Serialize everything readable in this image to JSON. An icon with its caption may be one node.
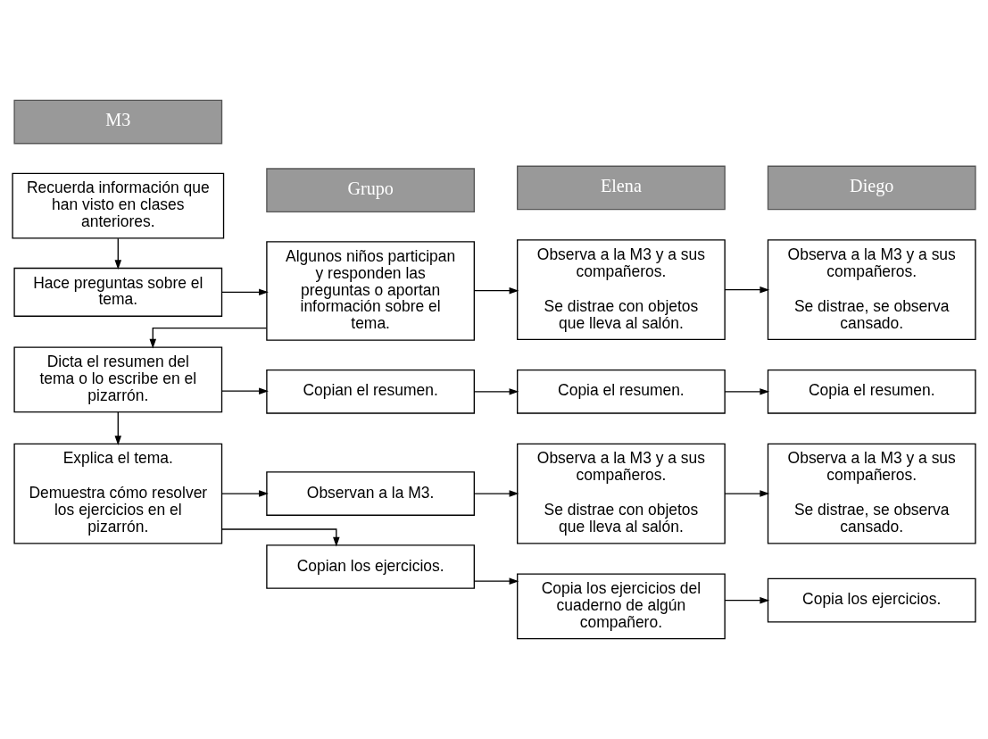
{
  "diagram": {
    "nodes": [
      {
        "text": [
          "M3"
        ]
      },
      {
        "text": [
          "Grupo"
        ]
      },
      {
        "text": [
          "Elena"
        ]
      },
      {
        "text": [
          "Diego"
        ]
      },
      {
        "text": [
          "Recuerda información que han visto en clases anteriores."
        ]
      },
      {
        "text": [
          "Hace preguntas sobre el tema."
        ]
      },
      {
        "text": [
          "Algunos niños participan y responden las preguntas o aportan información sobre el tema."
        ]
      },
      {
        "text": [
          "Observa a la M3 y a sus compañeros.",
          "Se distrae con objetos que lleva al salón."
        ]
      },
      {
        "text": [
          "Observa a la M3 y a sus compañeros.",
          "Se distrae, se observa cansado."
        ]
      },
      {
        "text": [
          "Dicta el resumen del tema o lo escribe en el pizarrón."
        ]
      },
      {
        "text": [
          "Copian el resumen."
        ]
      },
      {
        "text": [
          "Copia el resumen."
        ]
      },
      {
        "text": [
          "Copia el resumen."
        ]
      },
      {
        "text": [
          "Explica el tema.",
          "Demuestra cómo resolver los ejercicios en el pizarrón."
        ]
      },
      {
        "text": [
          "Observan a la M3."
        ]
      },
      {
        "text": [
          "Observa a la M3 y a sus compañeros.",
          "Se distrae con objetos que lleva al salón."
        ]
      },
      {
        "text": [
          "Observa a la M3 y a sus compañeros.",
          "Se distrae, se observa cansado."
        ]
      },
      {
        "text": [
          "Copian los ejercicios."
        ]
      },
      {
        "text": [
          "Copia los ejercicios del cuaderno de algún compañero."
        ]
      },
      {
        "text": [
          "Copia los ejercicios."
        ]
      }
    ],
    "edges": [
      {
        "from": 4,
        "to": 5,
        "arrow": "to"
      },
      {
        "from": 5,
        "to": 6,
        "arrow": "to"
      },
      {
        "from": 6,
        "to": 7,
        "arrow": "to"
      },
      {
        "from": 7,
        "to": 8,
        "arrow": "to"
      },
      {
        "from": 6,
        "to": 9,
        "arrow": "to"
      },
      {
        "from": 9,
        "to": 10,
        "arrow": "to"
      },
      {
        "from": 10,
        "to": 11,
        "arrow": "to"
      },
      {
        "from": 11,
        "to": 12,
        "arrow": "to"
      },
      {
        "from": 9,
        "to": 13,
        "arrow": "to"
      },
      {
        "from": 13,
        "to": 14,
        "arrow": "to"
      },
      {
        "from": 14,
        "to": 15,
        "arrow": "to"
      },
      {
        "from": 15,
        "to": 16,
        "arrow": "to"
      },
      {
        "from": 13,
        "to": 17,
        "arrow": "to"
      },
      {
        "from": 17,
        "to": 18,
        "arrow": "to"
      },
      {
        "from": 18,
        "to": 19,
        "arrow": "to"
      }
    ]
  }
}
